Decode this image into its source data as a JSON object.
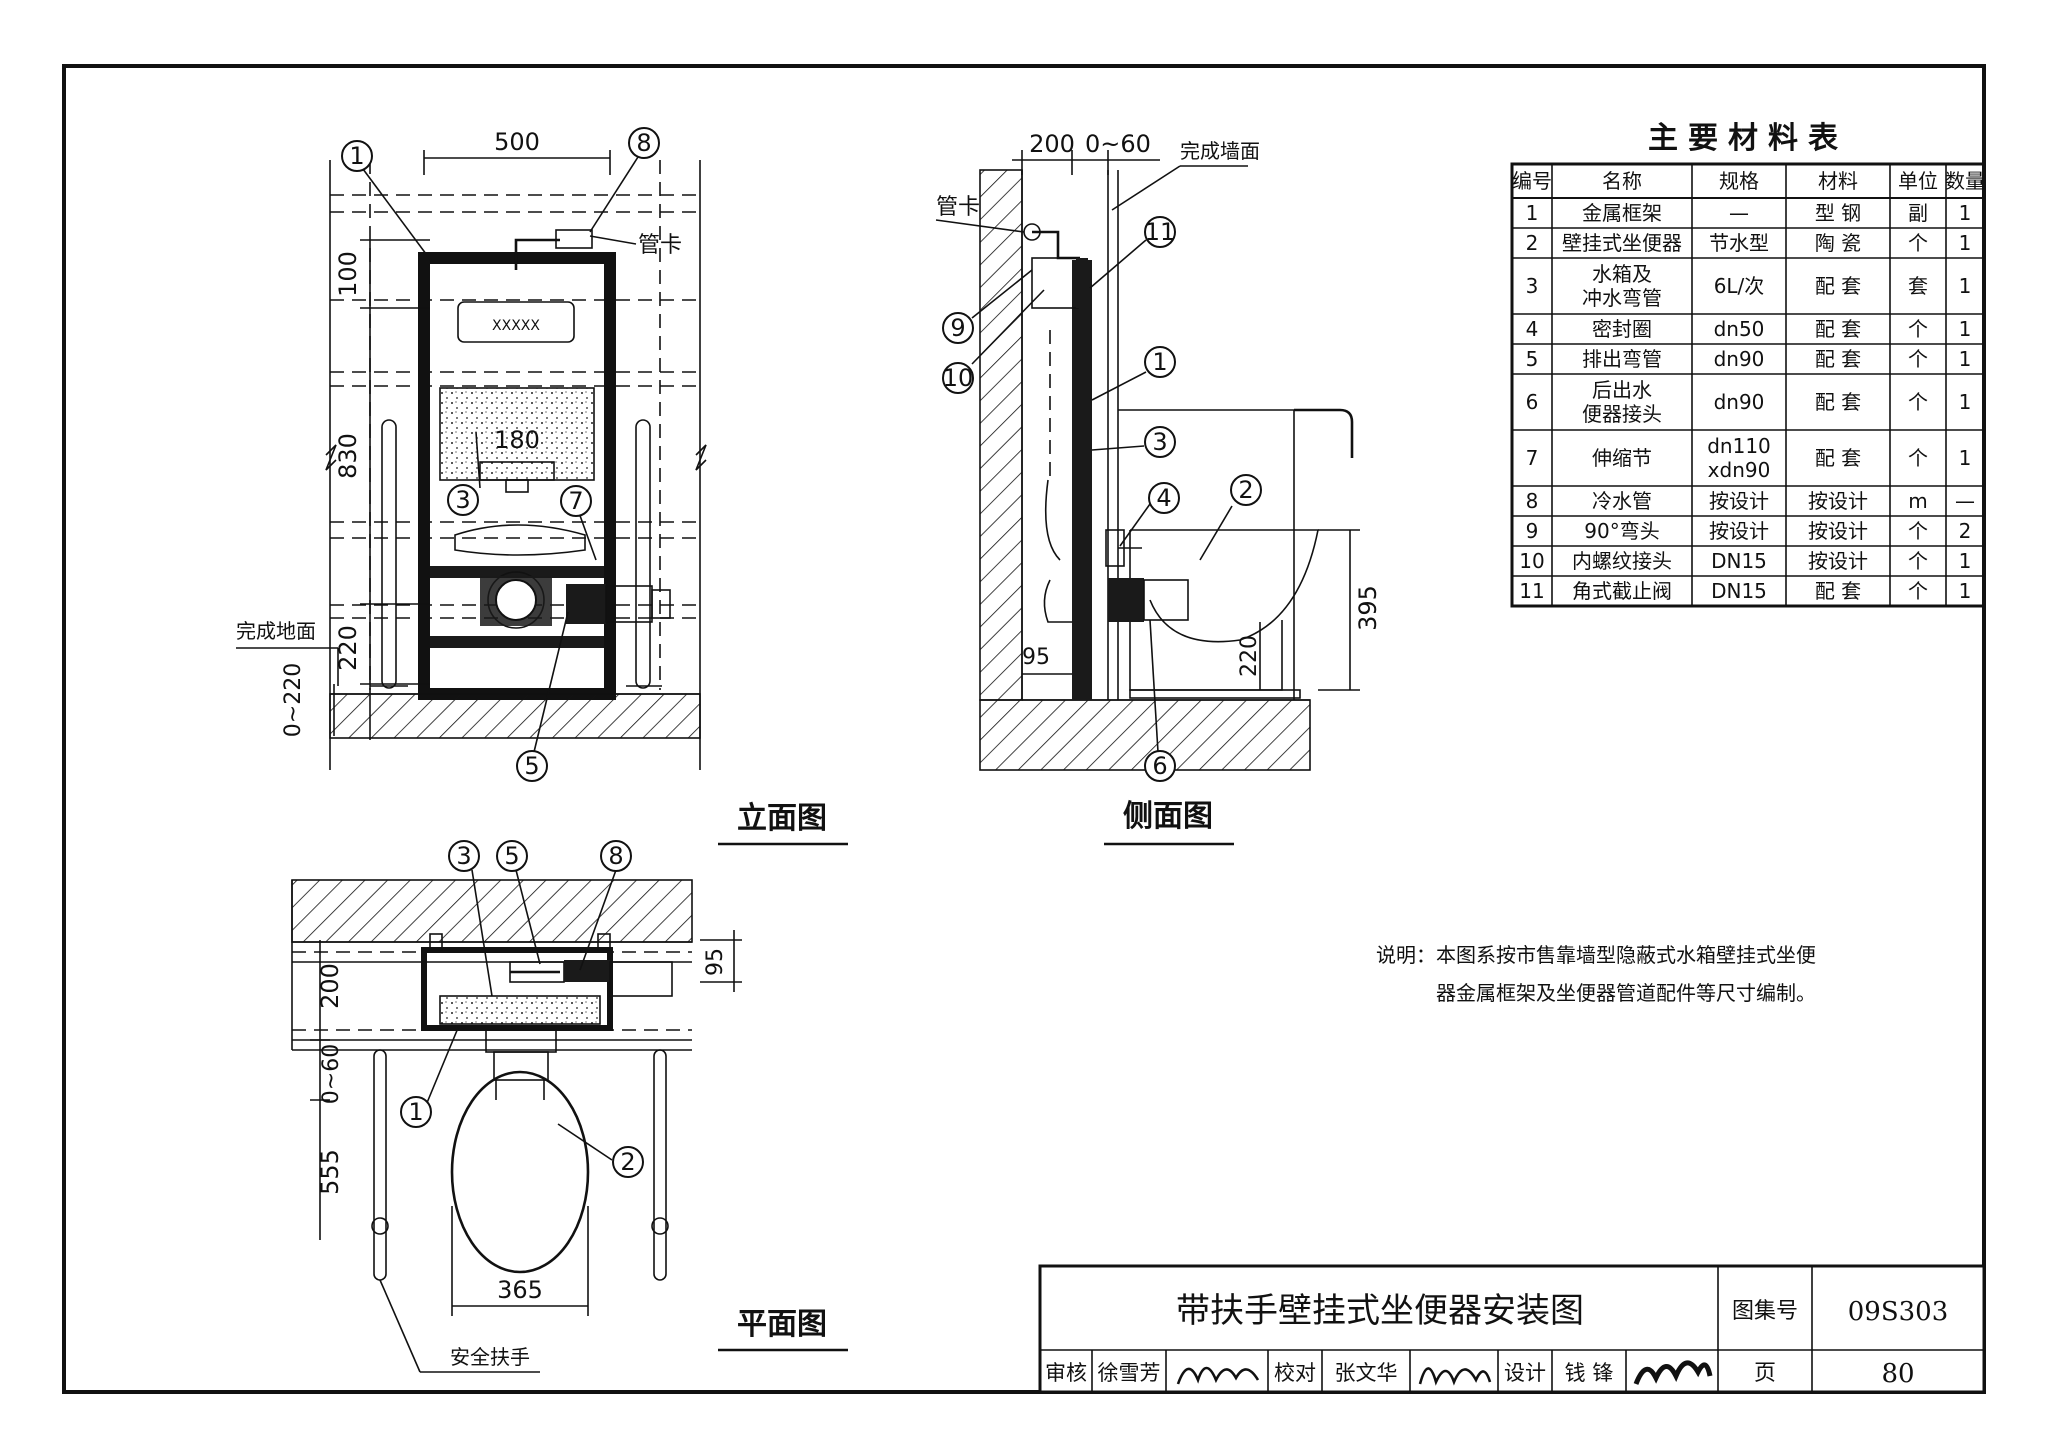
{
  "elevation": {
    "title": "立面图",
    "dims": {
      "width_top": "500",
      "h100": "100",
      "h830": "830",
      "h220": "220",
      "h0_220": "0~220",
      "h180": "180"
    },
    "labels": {
      "pipe_clamp": "管卡",
      "finished_floor": "完成地面",
      "tank_plate": "XXXXX"
    },
    "callouts": [
      "1",
      "8",
      "3",
      "7",
      "5"
    ]
  },
  "side": {
    "title": "侧面图",
    "dims": {
      "d200": "200",
      "d0_60": "0~60",
      "d395": "395",
      "d220": "220",
      "d95": "95"
    },
    "labels": {
      "finished_wall": "完成墙面",
      "pipe_clamp": "管卡"
    },
    "callouts": [
      "11",
      "9",
      "10",
      "1",
      "3",
      "4",
      "2",
      "6"
    ]
  },
  "plan": {
    "title": "平面图",
    "dims": {
      "d200": "200",
      "d0_60": "0~60",
      "d555": "555",
      "d95": "95",
      "d365": "365"
    },
    "labels": {
      "safety_handrail": "安全扶手"
    },
    "callouts": [
      "3",
      "5",
      "8",
      "1",
      "2"
    ]
  },
  "materials": {
    "title": "主要材料表",
    "headers": [
      "编号",
      "名称",
      "规格",
      "材料",
      "单位",
      "数量"
    ],
    "rows": [
      [
        "1",
        "金属框架",
        "—",
        "型 钢",
        "副",
        "1"
      ],
      [
        "2",
        "壁挂式坐便器",
        "节水型",
        "陶 瓷",
        "个",
        "1"
      ],
      [
        "3",
        "水箱及|冲水弯管",
        "6L/次",
        "配 套",
        "套",
        "1"
      ],
      [
        "4",
        "密封圈",
        "dn50",
        "配 套",
        "个",
        "1"
      ],
      [
        "5",
        "排出弯管",
        "dn90",
        "配 套",
        "个",
        "1"
      ],
      [
        "6",
        "后出水|便器接头",
        "dn90",
        "配 套",
        "个",
        "1"
      ],
      [
        "7",
        "伸缩节",
        "dn110|xdn90",
        "配 套",
        "个",
        "1"
      ],
      [
        "8",
        "冷水管",
        "按设计",
        "按设计",
        "m",
        "—"
      ],
      [
        "9",
        "90°弯头",
        "按设计",
        "按设计",
        "个",
        "2"
      ],
      [
        "10",
        "内螺纹接头",
        "DN15",
        "按设计",
        "个",
        "1"
      ],
      [
        "11",
        "角式截止阀",
        "DN15",
        "配 套",
        "个",
        "1"
      ]
    ]
  },
  "note": {
    "line1": "说明：本图系按市售靠墙型隐蔽式水箱壁挂式坐便",
    "line2": "器金属框架及坐便器管道配件等尺寸编制。"
  },
  "title_block": {
    "drawing_title": "带扶手壁挂式坐便器安装图",
    "atlas_label": "图集号",
    "atlas_no": "09S303",
    "page_label": "页",
    "page_no": "80",
    "review_label": "审核",
    "reviewer": "徐雪芳",
    "check_label": "校对",
    "checker": "张文华",
    "design_label": "设计",
    "designer": "钱 锋"
  }
}
